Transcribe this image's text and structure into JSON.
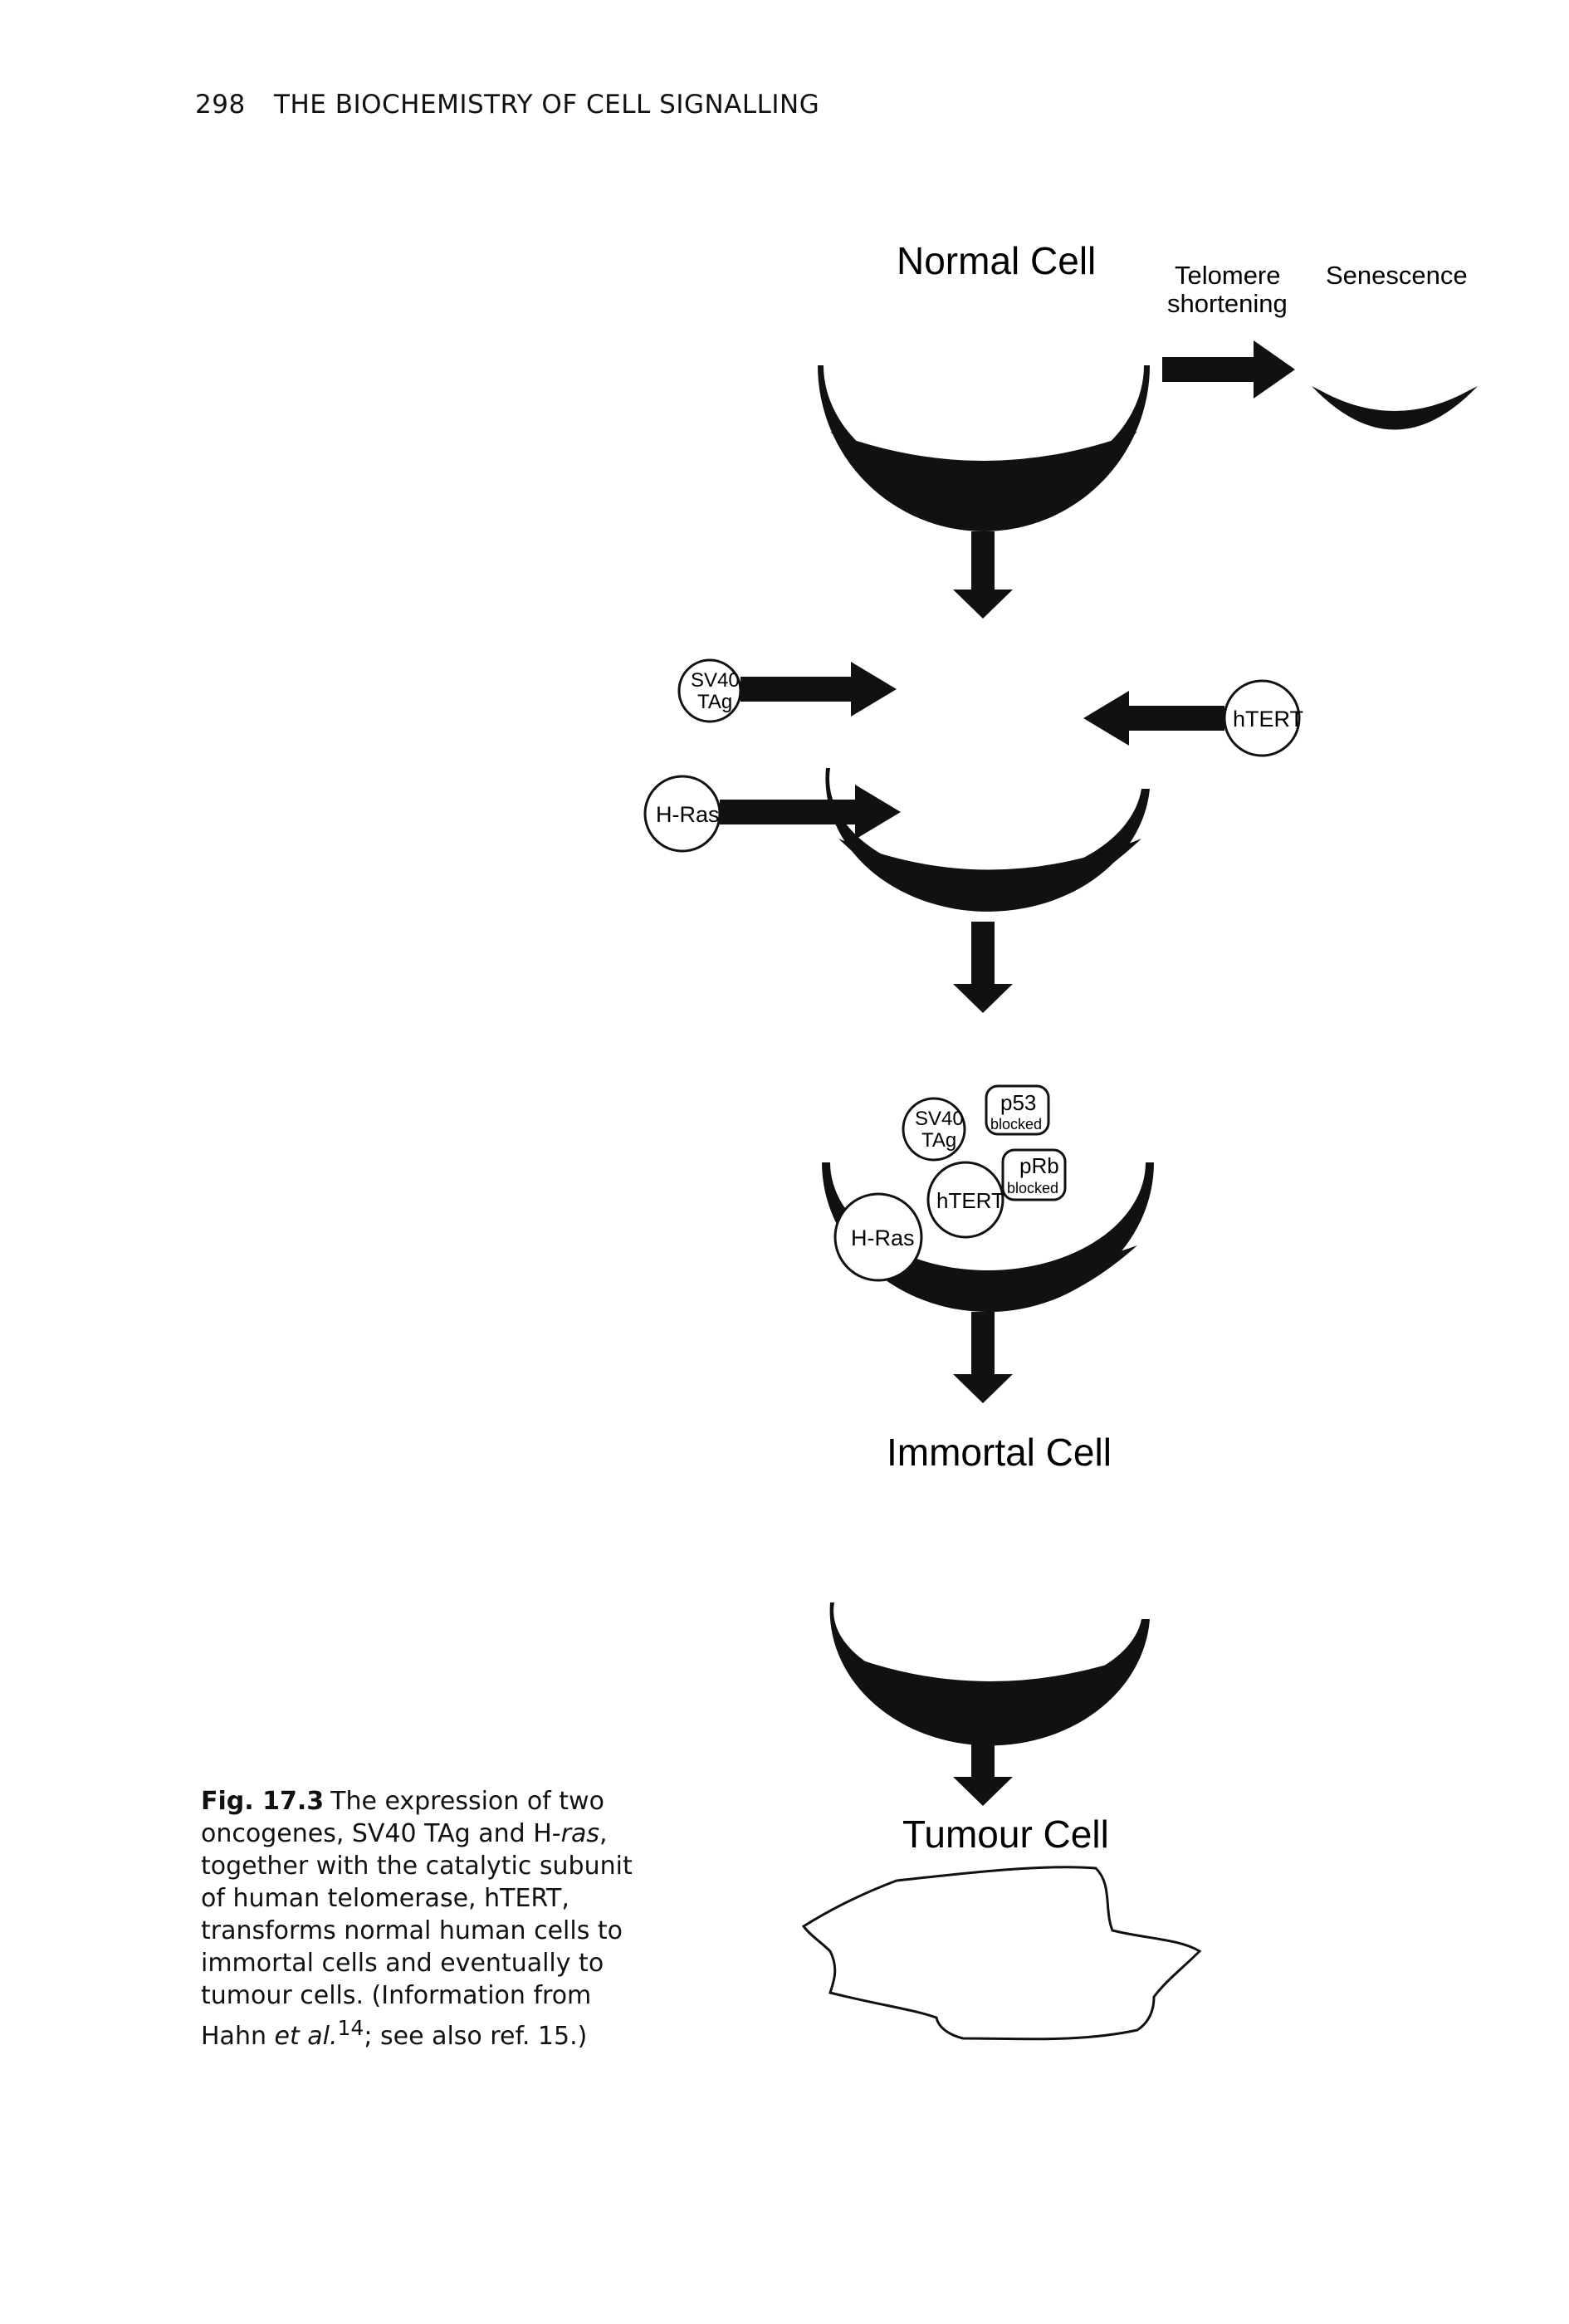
{
  "header": {
    "page_number": "298",
    "running_title": "THE BIOCHEMISTRY OF CELL SIGNALLING"
  },
  "figure": {
    "stage_labels": {
      "normal": "Normal Cell",
      "immortal": "Immortal Cell",
      "tumour": "Tumour Cell"
    },
    "telomere_top": "Telomere",
    "telomere_bottom": "shortening",
    "senescence": "Senescence",
    "sv40_top": "SV40",
    "sv40_bottom": "TAg",
    "hras": "H-Ras",
    "htert": "hTERT",
    "p53": "p53",
    "prb": "pRb",
    "blocked": "blocked",
    "colors": {
      "ink": "#111111",
      "paper": "#ffffff"
    }
  },
  "caption": {
    "fig_no": "Fig. 17.3",
    "lines": [
      "The expression of two",
      "oncogenes, SV40 TAg and H-",
      "together with the catalytic subunit",
      "of human telomerase, hTERT,",
      "transforms normal human cells to",
      "immortal cells and eventually to",
      "tumour cells. (Information from",
      "Hahn "
    ],
    "ras_italic": "ras",
    "ras_trailing": ",",
    "etal": "et al.",
    "ref_sup": "14",
    "tail": "; see also ref. 15.)"
  }
}
